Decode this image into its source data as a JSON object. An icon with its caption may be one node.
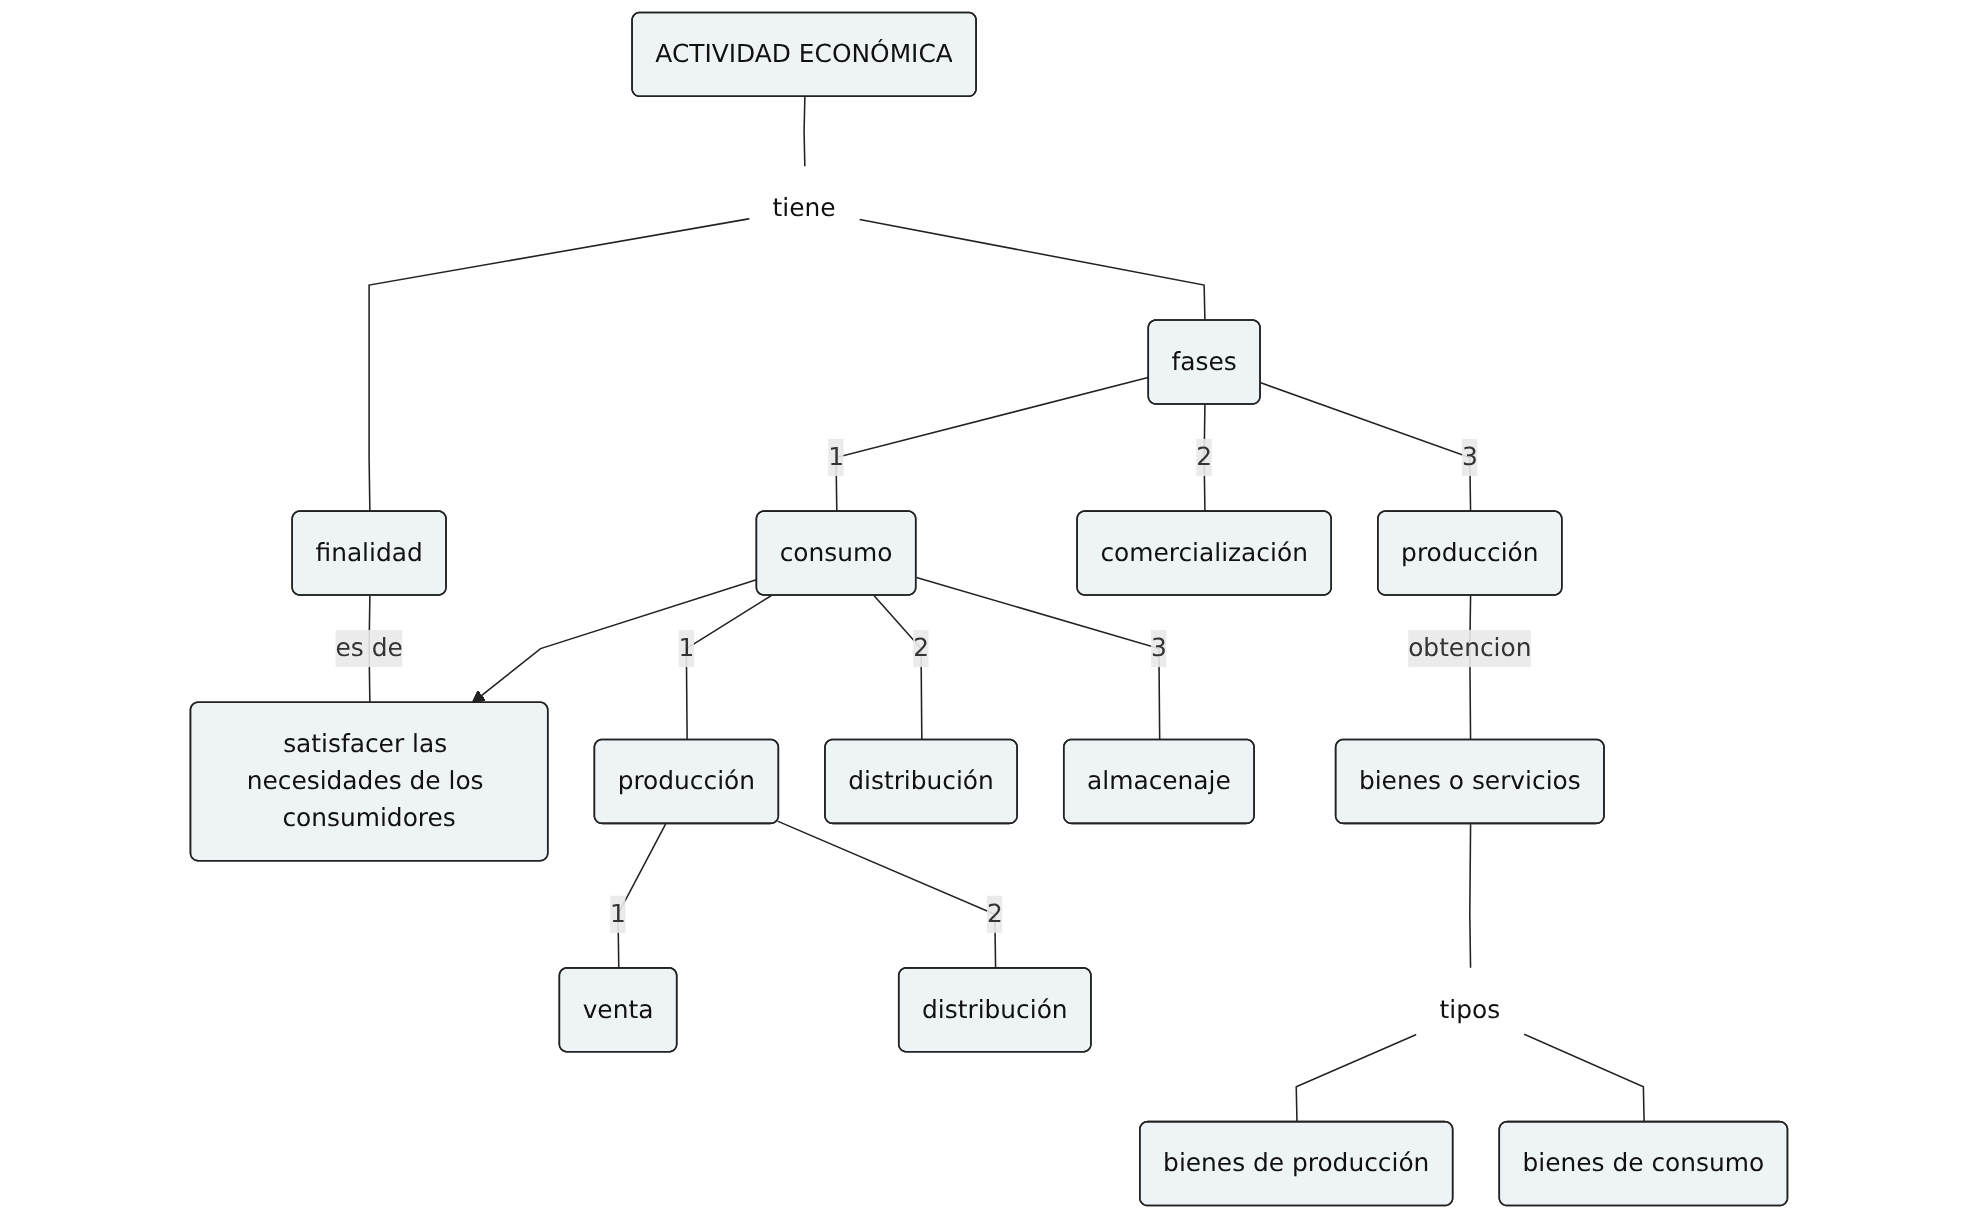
{
  "diagram": {
    "nodes": [
      {
        "text": [
          "ACTIVIDAD ECONÓMICA"
        ]
      },
      {
        "text": [
          "tiene"
        ]
      },
      {
        "text": [
          "finalidad"
        ]
      },
      {
        "text": [
          "fases"
        ]
      },
      {
        "text": [
          "satisfacer las necesidades de los consumidores"
        ]
      },
      {
        "text": [
          "consumo"
        ]
      },
      {
        "text": [
          "comercialización"
        ]
      },
      {
        "text": [
          "producción"
        ]
      },
      {
        "text": [
          "producción"
        ]
      },
      {
        "text": [
          "distribución"
        ]
      },
      {
        "text": [
          "almacenaje"
        ]
      },
      {
        "text": [
          "bienes o servicios"
        ]
      },
      {
        "text": [
          "tipos"
        ]
      },
      {
        "text": [
          "venta"
        ]
      },
      {
        "text": [
          "distribución"
        ]
      },
      {
        "text": [
          "bienes de producción"
        ]
      },
      {
        "text": [
          "bienes de consumo"
        ]
      }
    ],
    "edges": [
      {
        "from": 0,
        "to": 1,
        "arrow": "none"
      },
      {
        "from": 1,
        "to": 2,
        "arrow": "none"
      },
      {
        "from": 1,
        "to": 3,
        "arrow": "none"
      },
      {
        "from": 2,
        "to": 4,
        "arrow": "none",
        "label": "es de"
      },
      {
        "from": 3,
        "to": 5,
        "arrow": "none",
        "label": "1"
      },
      {
        "from": 3,
        "to": 6,
        "arrow": "none",
        "label": "2"
      },
      {
        "from": 3,
        "to": 7,
        "arrow": "none",
        "label": "3"
      },
      {
        "from": 5,
        "to": 4,
        "arrow": "to"
      },
      {
        "from": 5,
        "to": 8,
        "arrow": "none",
        "label": "1"
      },
      {
        "from": 5,
        "to": 9,
        "arrow": "none",
        "label": "2"
      },
      {
        "from": 5,
        "to": 10,
        "arrow": "none",
        "label": "3"
      },
      {
        "from": 7,
        "to": 11,
        "arrow": "none",
        "label": "obtencion"
      },
      {
        "from": 11,
        "to": 12,
        "arrow": "none"
      },
      {
        "from": 12,
        "to": 15,
        "arrow": "none"
      },
      {
        "from": 12,
        "to": 16,
        "arrow": "none"
      },
      {
        "from": 8,
        "to": 13,
        "arrow": "none",
        "label": "1"
      },
      {
        "from": 8,
        "to": 14,
        "arrow": "none",
        "label": "2"
      }
    ]
  }
}
